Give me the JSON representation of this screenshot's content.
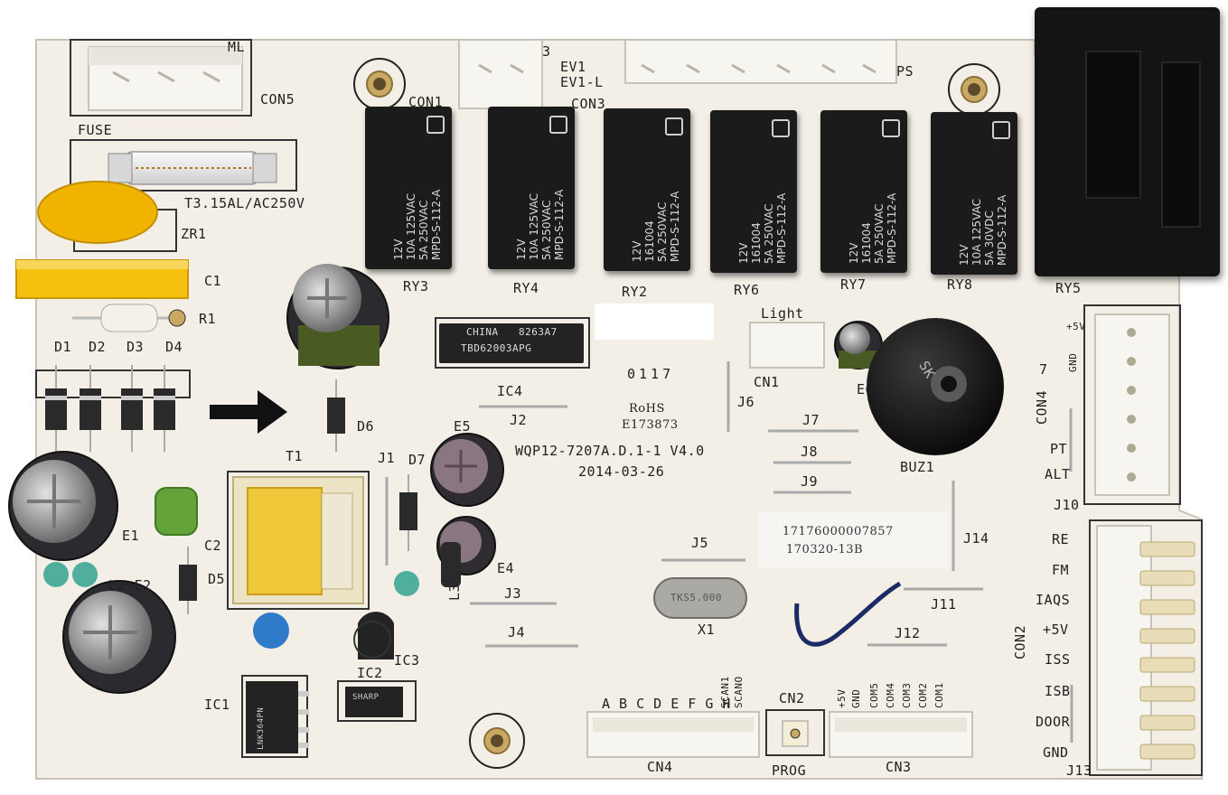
{
  "board": {
    "model": "WQP12-7207A.D.1-1 V4.0",
    "date": "2014-03-26",
    "rohs": "RoHS",
    "cert": "E173873",
    "sticker_line1": "17176000007857",
    "sticker_line2": "170320-13B",
    "smd_mark": "0117",
    "colors": {
      "board": "#f3eee6",
      "relay": "#1b1b1c",
      "connector": "#f6f4ee",
      "capacitor_yellow": "#f0b400",
      "wire": "#1c2a66"
    }
  },
  "labels": {
    "con5": "CON5",
    "ml": "ML",
    "con1": "CON1",
    "n3": "3",
    "ev1": "EV1",
    "ev1l": "EV1-L",
    "con3": "CON3",
    "ps": "PS",
    "fuse": "FUSE",
    "fuse_rating": "T3.15AL/AC250V",
    "zr1": "ZR1",
    "c1": "C1",
    "r1": "R1",
    "d1": "D1",
    "d2": "D2",
    "d3": "D3",
    "d4": "D4",
    "d5": "D5",
    "d6": "D6",
    "d7": "D7",
    "e1": "E1",
    "e2": "L2+E2",
    "e4": "E4",
    "e5": "E5",
    "e6": "E6",
    "c2": "C2",
    "t1": "T1",
    "j1": "J1",
    "j2": "J2",
    "j3": "J3",
    "j4": "J4",
    "j5": "J5",
    "j6": "J6",
    "j7": "J7",
    "j8": "J8",
    "j9": "J9",
    "j10": "J10",
    "j11": "J11",
    "j12": "J12",
    "j13": "J13",
    "j14": "J14",
    "l3": "L3",
    "ic1": "IC1",
    "ic2": "IC2",
    "ic3": "IC3",
    "ic4": "IC4",
    "x1": "X1",
    "x1_mark": "TKS5.000",
    "cn1": "CN1",
    "light": "Light",
    "cn2": "CN2",
    "prog": "PROG",
    "cn3": "CN3",
    "cn4_bottom": "CN4",
    "con4": "CON4",
    "con2": "CON2",
    "buz1": "BUZ1",
    "ry2": "RY2",
    "ry3": "RY3",
    "ry4": "RY4",
    "ry5": "RY5",
    "ry6": "RY6",
    "ry7": "RY7",
    "ry8": "RY8",
    "c7": "7",
    "plus5v_top": "+5V",
    "gnd_top": "GND",
    "pt": "PT",
    "alt": "ALT",
    "re": "RE",
    "fm": "FM",
    "iaqs": "IAQS",
    "plus5v": "+5V",
    "iss": "ISS",
    "isb": "ISB",
    "door": "DOOR",
    "gnd": "GND",
    "cn4_pins": "A B C D E F G H",
    "scan1": "SCAN1",
    "scan0": "SCANO",
    "cn3_5v": "+5V",
    "cn3_gnd": "GND",
    "com5": "COM5",
    "com4": "COM4",
    "com3": "COM3",
    "com2": "COM2",
    "com1": "COM1"
  },
  "relay_text": {
    "line1": "12V",
    "line2": "161004",
    "line3": "10A 125VAC",
    "line4": "5A 250VAC",
    "line5": "5A 30VDC",
    "line6": "MPD-S-112-A"
  },
  "ic_text": {
    "ic4_brand": "CHINA",
    "ic4_code": "8263A7",
    "ic4_part": "TBD62003APG",
    "ic1_mark": "LNK364PN",
    "ic2_mark": "SHARP"
  },
  "buzzer_text": "SK"
}
